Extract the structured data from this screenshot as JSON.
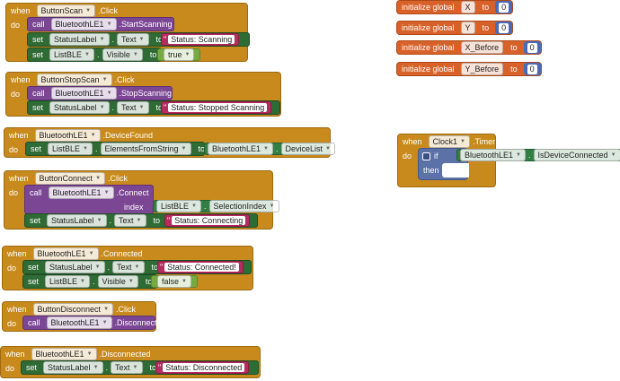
{
  "kw": {
    "when": "when",
    "do": "do",
    "call": "call",
    "set": "set",
    "to": "to",
    "index": "index",
    "if": "if",
    "then": "then",
    "init": "initialize global"
  },
  "e1": {
    "component": "ButtonScan",
    "event": ".Click",
    "call_comp": "BluetoothLE1",
    "call_method": ".StartScanning",
    "set_comp": "StatusLabel",
    "set_prop": "Text",
    "str": "Status: Scanning",
    "set2_comp": "ListBLE",
    "set2_prop": "Visible",
    "bool": "true"
  },
  "e2": {
    "component": "ButtonStopScan",
    "event": ".Click",
    "call_comp": "BluetoothLE1",
    "call_method": ".StopScanning",
    "set_comp": "StatusLabel",
    "set_prop": "Text",
    "str": "Status: Stopped Scanning"
  },
  "e3": {
    "component": "BluetoothLE1",
    "event": ".DeviceFound",
    "set_comp": "ListBLE",
    "set_prop": "ElementsFromString",
    "get_comp": "BluetoothLE1",
    "get_prop": "DeviceList"
  },
  "e4": {
    "component": "ButtonConnect",
    "event": ".Click",
    "call_comp": "BluetoothLE1",
    "call_method": ".Connect",
    "arg_comp": "ListBLE",
    "arg_prop": "SelectionIndex",
    "set_comp": "StatusLabel",
    "set_prop": "Text",
    "str": "Status: Connecting"
  },
  "e5": {
    "component": "BluetoothLE1",
    "event": ".Connected",
    "set_comp": "StatusLabel",
    "set_prop": "Text",
    "str": "Status: Connected!",
    "set2_comp": "ListBLE",
    "set2_prop": "Visible",
    "bool": "false"
  },
  "e6": {
    "component": "ButtonDisconnect",
    "event": ".Click",
    "call_comp": "BluetoothLE1",
    "call_method": ".Disconnect"
  },
  "e7": {
    "component": "BluetoothLE1",
    "event": ".Disconnected",
    "set_comp": "StatusLabel",
    "set_prop": "Text",
    "str": "Status: Disconnected"
  },
  "globals": [
    {
      "name": "X",
      "value": "0"
    },
    {
      "name": "Y",
      "value": "0"
    },
    {
      "name": "X_Before",
      "value": "0"
    },
    {
      "name": "Y_Before",
      "value": "0"
    }
  ],
  "timer": {
    "component": "Clock1",
    "event": ".Timer",
    "cond_comp": "BluetoothLE1",
    "cond_prop": "IsDeviceConnected"
  }
}
